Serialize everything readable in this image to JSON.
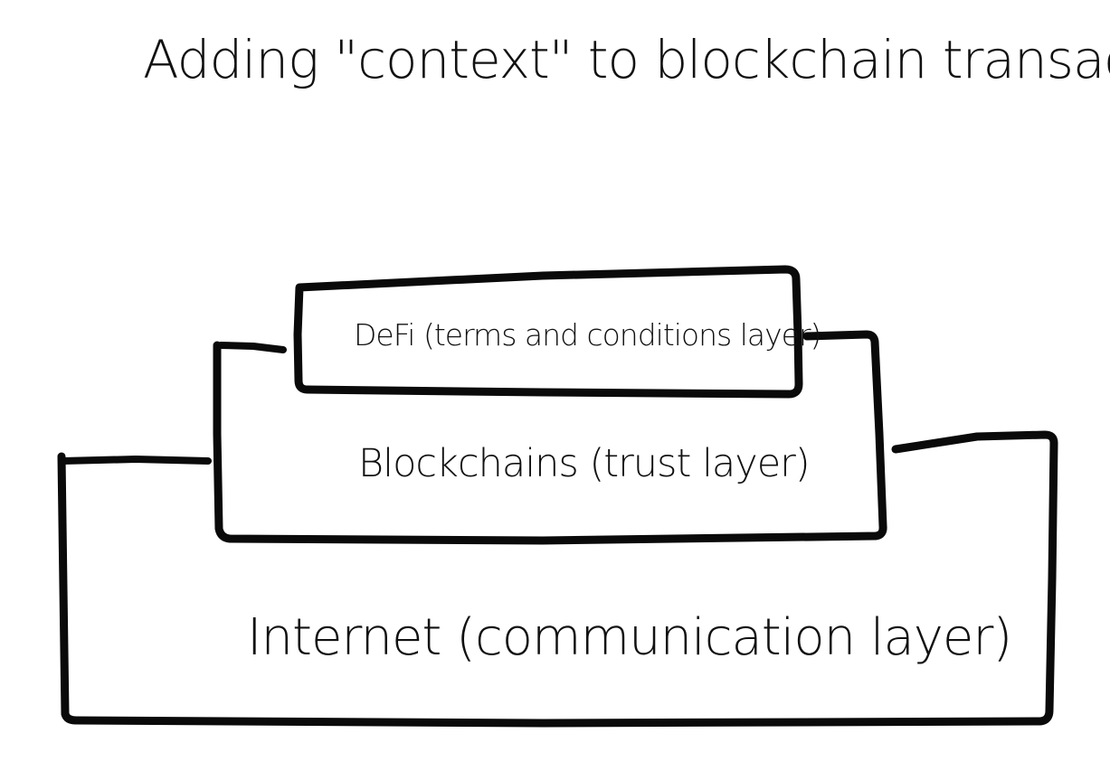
{
  "title": "Adding \"context\" to blockchain transactions",
  "layers": [
    {
      "id": "defi",
      "label": "DeFi (terms and conditions layer)"
    },
    {
      "id": "blockchains",
      "label": "Blockchains (trust layer)"
    },
    {
      "id": "internet",
      "label": "Internet (communication layer)"
    }
  ],
  "colors": {
    "ink": "#0a0a0a",
    "background": "#ffffff"
  }
}
